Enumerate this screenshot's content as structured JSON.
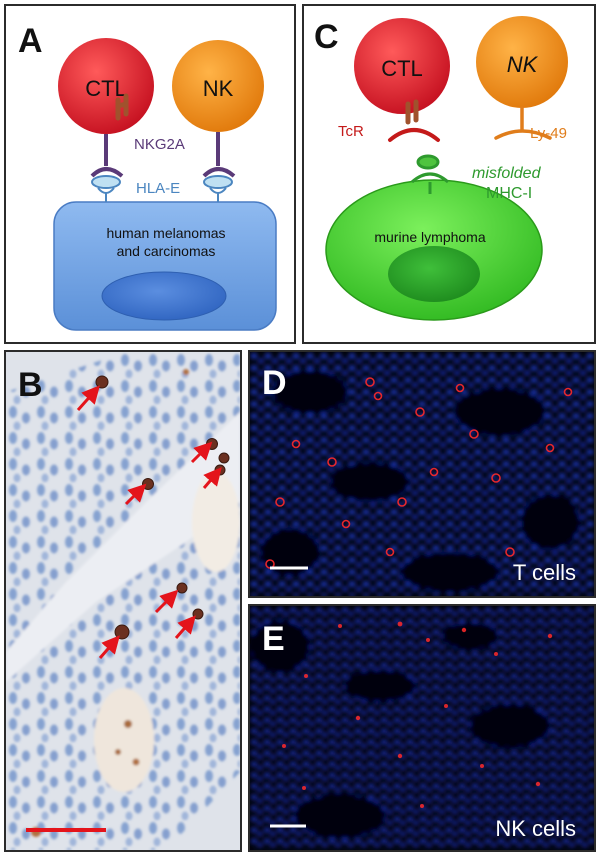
{
  "panels": {
    "a": {
      "letter": "A",
      "cell_ctl": "CTL",
      "cell_nk": "NK",
      "receptor": "NKG2A",
      "ligand": "HLA-E",
      "tumor_line1": "human melanomas",
      "tumor_line2": "and carcinomas"
    },
    "b": {
      "letter": "B"
    },
    "c": {
      "letter": "C",
      "cell_ctl": "CTL",
      "cell_nk": "NK",
      "receptor_ctl": "TcR",
      "receptor_nk": "Ly-49",
      "ligand_line1": "misfolded",
      "ligand_line2": "MHC-I",
      "tumor": "murine lymphoma"
    },
    "d": {
      "letter": "D",
      "caption": "T cells"
    },
    "e": {
      "letter": "E",
      "caption": "NK cells"
    }
  },
  "colors": {
    "ctl": "#d81e2c",
    "nk": "#f18c1b",
    "tumor_a": "#6ea3e6",
    "tumor_c": "#44c92e",
    "receptor_a": "#5a3a78",
    "ligand_a": "#4b86c0",
    "tcr": "#c41a1a",
    "ly49": "#e07d1b",
    "mhc": "#2e9a2e",
    "ihc_stain": "#6b3020",
    "arrow": "#e4141b",
    "fluor_nuclei": "#1a33c8",
    "fluor_marker": "#ff2020"
  }
}
